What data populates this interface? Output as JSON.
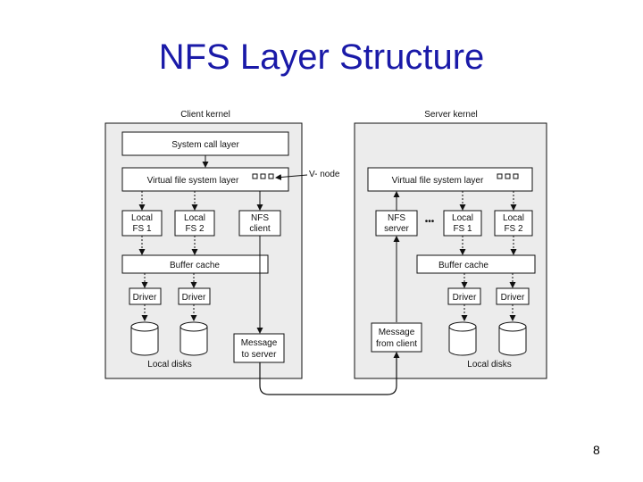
{
  "slide": {
    "title": "NFS Layer Structure",
    "page_number": "8"
  },
  "diagram": {
    "client": {
      "title": "Client kernel",
      "system_call": "System call layer",
      "vfs": "Virtual file system layer",
      "local_fs1": [
        "Local",
        "FS 1"
      ],
      "local_fs2": [
        "Local",
        "FS 2"
      ],
      "nfs_client": [
        "NFS",
        "client"
      ],
      "buffer_cache": "Buffer cache",
      "driver1": "Driver",
      "driver2": "Driver",
      "message": [
        "Message",
        "to server"
      ],
      "disks": "Local disks"
    },
    "server": {
      "title": "Server kernel",
      "vfs": "Virtual file system layer",
      "nfs_server": [
        "NFS",
        "server"
      ],
      "local_fs1": [
        "Local",
        "FS 1"
      ],
      "local_fs2": [
        "Local",
        "FS 2"
      ],
      "buffer_cache": "Buffer cache",
      "driver1": "Driver",
      "driver2": "Driver",
      "message": [
        "Message",
        "from client"
      ],
      "disks": "Local disks"
    },
    "vnode_label": "V- node",
    "ellipsis": "•••"
  },
  "colors": {
    "title": "#1a1aa8",
    "panel": "#ececec",
    "box": "#ffffff",
    "line": "#111111"
  }
}
